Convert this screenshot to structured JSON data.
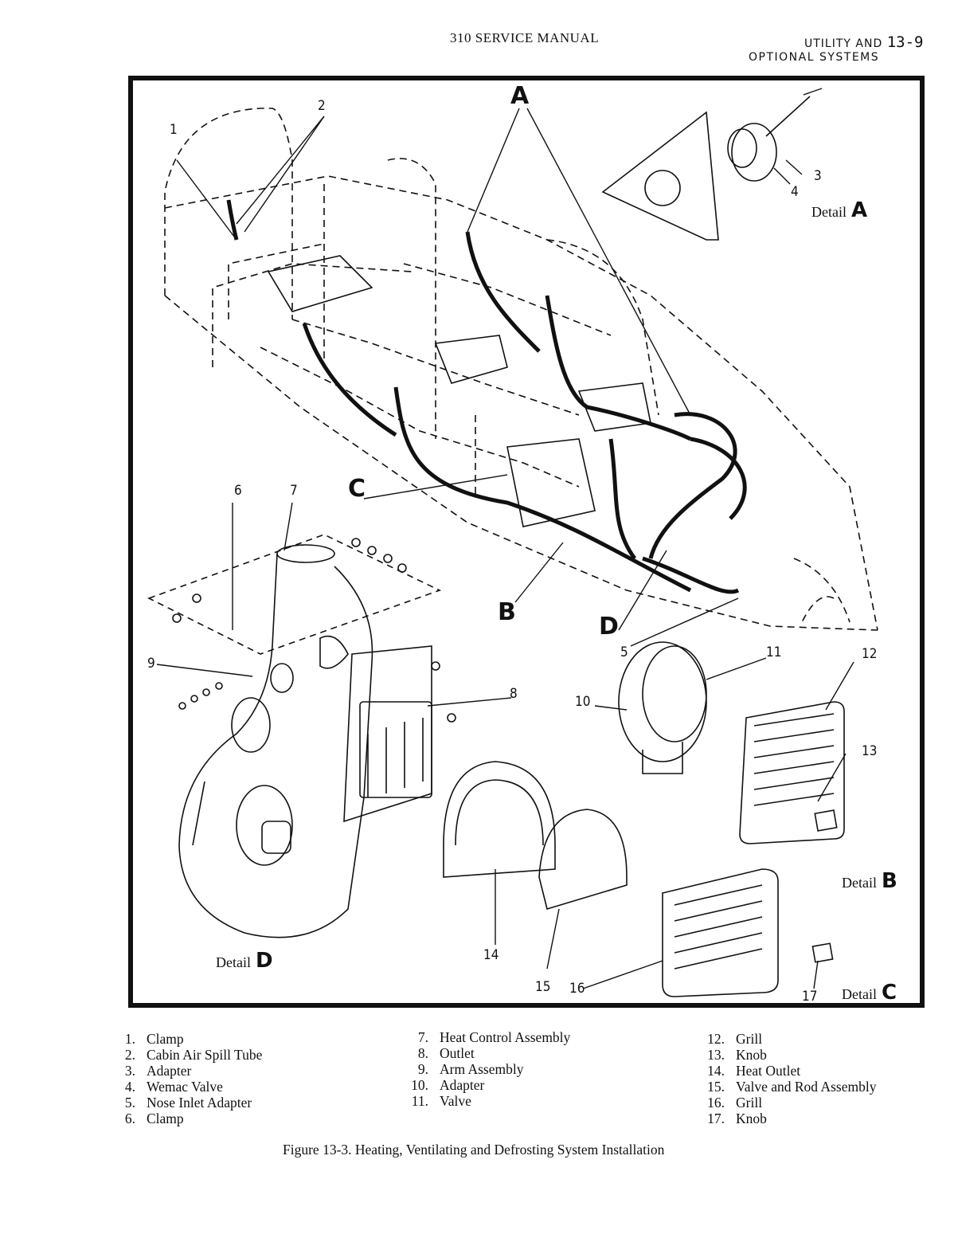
{
  "header": {
    "manual_title": "310 SERVICE MANUAL",
    "section_line1": "UTILITY AND",
    "page_number": "13-9",
    "section_line2": "OPTIONAL SYSTEMS"
  },
  "figure": {
    "callouts": [
      "1",
      "2",
      "3",
      "4",
      "5",
      "6",
      "7",
      "8",
      "9",
      "10",
      "11",
      "12",
      "13",
      "14",
      "15",
      "16",
      "17"
    ],
    "detail_letters": [
      "A",
      "B",
      "C",
      "D"
    ],
    "detail_word": "Detail"
  },
  "legend": {
    "col1": [
      {
        "n": "1.",
        "label": "Clamp"
      },
      {
        "n": "2.",
        "label": "Cabin Air Spill Tube"
      },
      {
        "n": "3.",
        "label": "Adapter"
      },
      {
        "n": "4.",
        "label": "Wemac Valve"
      },
      {
        "n": "5.",
        "label": "Nose Inlet Adapter"
      },
      {
        "n": "6.",
        "label": "Clamp"
      }
    ],
    "col2": [
      {
        "n": "7.",
        "label": "Heat Control Assembly"
      },
      {
        "n": "8.",
        "label": "Outlet"
      },
      {
        "n": "9.",
        "label": "Arm Assembly"
      },
      {
        "n": "10.",
        "label": "Adapter"
      },
      {
        "n": "11.",
        "label": "Valve"
      }
    ],
    "col3": [
      {
        "n": "12.",
        "label": "Grill"
      },
      {
        "n": "13.",
        "label": "Knob"
      },
      {
        "n": "14.",
        "label": "Heat Outlet"
      },
      {
        "n": "15.",
        "label": "Valve and Rod Assembly"
      },
      {
        "n": "16.",
        "label": "Grill"
      },
      {
        "n": "17.",
        "label": "Knob"
      }
    ]
  },
  "caption": "Figure 13-3.  Heating, Ventilating and Defrosting System Installation"
}
